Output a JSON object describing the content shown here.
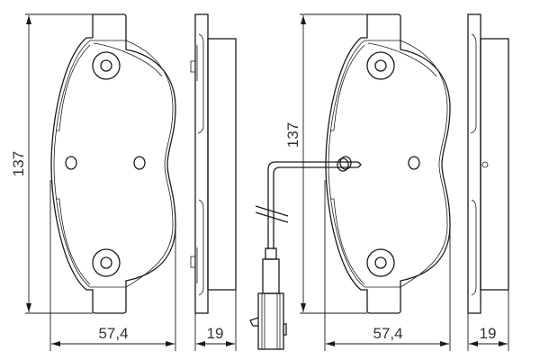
{
  "drawing": {
    "pad_left": {
      "height_label": "137",
      "width_label": "57,4",
      "thickness_label": "19"
    },
    "pad_right": {
      "height_label": "137",
      "width_label": "57,4",
      "thickness_label": "19"
    },
    "has_wear_sensor": true,
    "line_color": "#1a1a1a"
  }
}
